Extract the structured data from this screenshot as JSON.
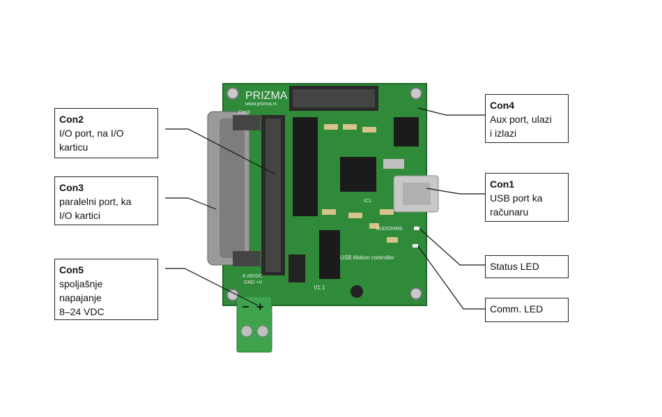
{
  "board": {
    "brand": "PRIZMA",
    "website": "www.prizma.rs",
    "silk_usb": "USB Motion controller",
    "silk_version": "V1.1",
    "silk_power": "8-28VDC",
    "silk_gnd": "GND +V",
    "silk_con3": "Con3",
    "silk_audio": "AUDIOHMS",
    "silk_ic1": "IC1",
    "terminal_minus": "−",
    "terminal_plus": "+"
  },
  "callouts": {
    "con2": {
      "title": "Con2",
      "lines": [
        "I/O port, na I/O",
        "karticu"
      ]
    },
    "con3": {
      "title": "Con3",
      "lines": [
        "paralelni port, ka",
        "I/O kartici"
      ]
    },
    "con5": {
      "title": "Con5",
      "lines": [
        "spoljašnje",
        "napajanje",
        "8–24 VDC"
      ]
    },
    "con4": {
      "title": "Con4",
      "lines": [
        "Aux port, ulazi",
        "i izlazi"
      ]
    },
    "con1": {
      "title": "Con1",
      "lines": [
        "USB port ka",
        "računaru"
      ]
    },
    "status_led": {
      "title": "",
      "lines": [
        "Status LED"
      ]
    },
    "comm_led": {
      "title": "",
      "lines": [
        "Comm. LED"
      ]
    }
  },
  "colors": {
    "pcb": "#2f8a3a",
    "pcb_dark": "#1f6a2a",
    "chip": "#1b1b1b",
    "connector_gray": "#5a5a5a",
    "terminal_green": "#3fa34d",
    "usb_silver": "#c8c8c8"
  }
}
